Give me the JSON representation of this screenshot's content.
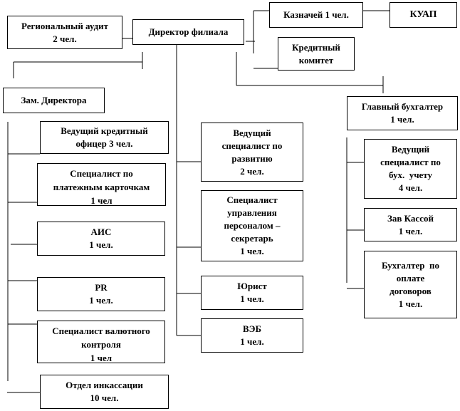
{
  "colors": {
    "line": "#000000",
    "box_border": "#000000",
    "background": "#ffffff",
    "text": "#000000"
  },
  "org_chart": {
    "regional_audit": {
      "lines": [
        "Региональный аудит",
        "2 чел."
      ]
    },
    "director": {
      "lines": [
        "Директор филиала"
      ]
    },
    "kaznachey": {
      "lines": [
        "Казначей 1 чел."
      ]
    },
    "kuap": {
      "lines": [
        "КУАП"
      ]
    },
    "credit_committee": {
      "lines": [
        "Кредитный",
        "комитет"
      ]
    },
    "deputy_director": {
      "lines": [
        "Зам. Директора"
      ]
    },
    "chief_accountant": {
      "lines": [
        "Главный бухгалтер",
        "1 чел."
      ]
    },
    "lead_credit_officer": {
      "lines": [
        "Ведущий кредитный",
        "офицер 3 чел."
      ]
    },
    "payment_cards": {
      "lines": [
        "Специалист по",
        "платежным карточкам",
        "1 чел"
      ]
    },
    "ais": {
      "lines": [
        "АИС",
        "1 чел."
      ]
    },
    "pr": {
      "lines": [
        "PR",
        "1 чел."
      ]
    },
    "currency_control": {
      "lines": [
        "Специалист валютного",
        "контроля",
        "1 чел"
      ]
    },
    "collection_dept": {
      "lines": [
        "Отдел инкассации",
        "10 чел."
      ]
    },
    "lead_development": {
      "lines": [
        "Ведущий",
        "специалист по",
        "развитию",
        "2 чел."
      ]
    },
    "hr_secretary": {
      "lines": [
        "Специалист",
        "управления",
        "персоналом –",
        "секретарь",
        "1 чел."
      ]
    },
    "lawyer": {
      "lines": [
        "Юрист",
        "1 чел."
      ]
    },
    "veb": {
      "lines": [
        "ВЭБ",
        "1 чел."
      ]
    },
    "lead_accounting": {
      "lines": [
        "Ведущий",
        "специалист по",
        "бух.  учету",
        "4 чел."
      ]
    },
    "cashier_head": {
      "lines": [
        "Зав Кассой",
        "1 чел."
      ]
    },
    "contract_accountant": {
      "lines": [
        "Бухгалтер  по",
        "оплате",
        "договоров",
        "1 чел."
      ]
    }
  }
}
